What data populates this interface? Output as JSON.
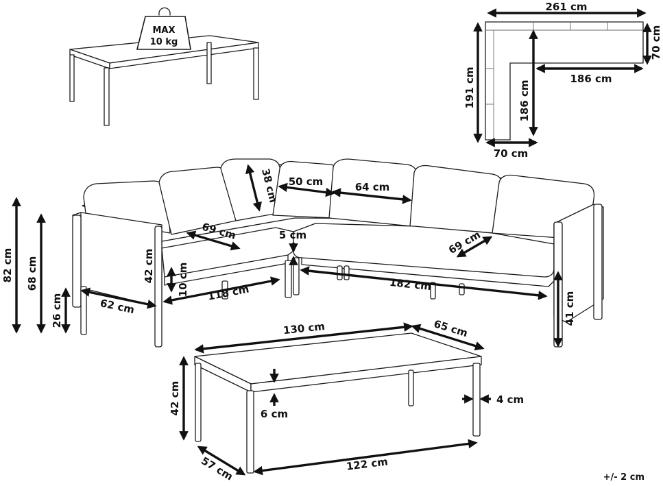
{
  "weight": {
    "line1": "MAX",
    "line2": "10 kg"
  },
  "plan": {
    "total_width": "261 cm",
    "total_depth": "191 cm",
    "arm_depth_right": "70 cm",
    "inner_width": "186 cm",
    "inner_depth": "186 cm",
    "arm_depth_bottom": "70 cm"
  },
  "sofa": {
    "back_cushion_height": "38 cm",
    "back_cushion_width_left": "50 cm",
    "back_cushion_width_right": "64 cm",
    "seat_depth_left": "69 cm",
    "seat_depth_right": "69 cm",
    "armrest_top_gap": "5 cm",
    "total_height": "82 cm",
    "armrest_height": "68 cm",
    "leg_clearance": "26 cm",
    "seat_height_label": "42 cm",
    "seat_cushion_thickness": "10 cm",
    "arm_depth": "62 cm",
    "left_seat_length": "118 cm",
    "right_seat_length": "182 cm",
    "right_seat_height": "41 cm"
  },
  "table": {
    "top_length": "130 cm",
    "top_depth": "65 cm",
    "height": "42 cm",
    "top_thickness": "6 cm",
    "leg_width": "4 cm",
    "base_depth": "57 cm",
    "base_length": "122 cm"
  },
  "tolerance": "+/- 2 cm"
}
